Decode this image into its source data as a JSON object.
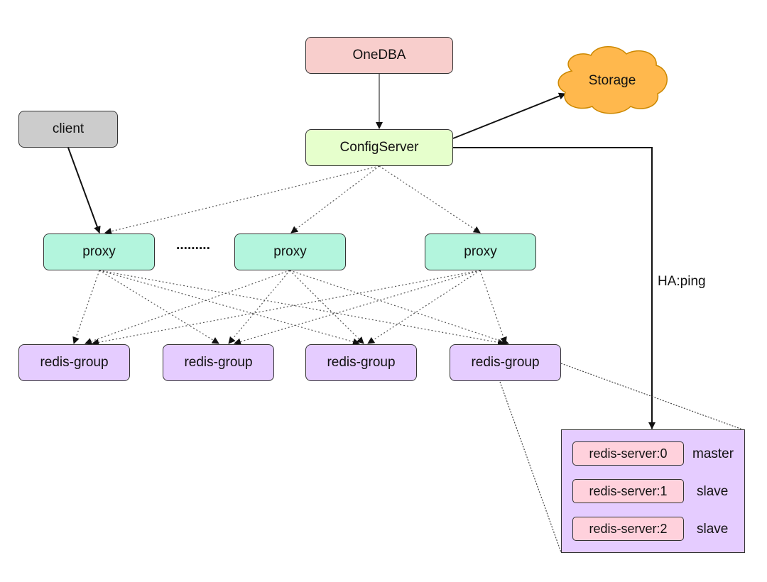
{
  "colors": {
    "onedba_fill": "#f8cecc",
    "configserver_fill": "#e6ffcc",
    "client_fill": "#cccccc",
    "proxy_fill": "#b3f5dd",
    "redis_group_fill": "#e5ccff",
    "redis_server_fill": "#ffd1dc",
    "storage_fill": "#ffb84d",
    "detail_panel_fill": "#e5ccff"
  },
  "nodes": {
    "onedba": "OneDBA",
    "configserver": "ConfigServer",
    "storage": "Storage",
    "client": "client",
    "proxies": [
      "proxy",
      "proxy",
      "proxy"
    ],
    "ellipsis": "·········",
    "redis_groups": [
      "redis-group",
      "redis-group",
      "redis-group",
      "redis-group"
    ]
  },
  "edge_labels": {
    "ha": "HA:ping"
  },
  "redis_servers": [
    {
      "name": "redis-server:0",
      "role": "master"
    },
    {
      "name": "redis-server:1",
      "role": "slave"
    },
    {
      "name": "redis-server:2",
      "role": "slave"
    }
  ]
}
